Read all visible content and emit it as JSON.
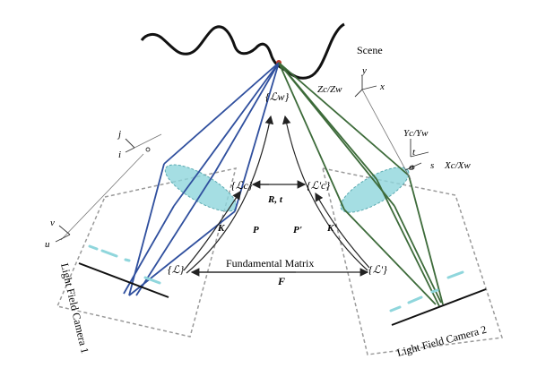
{
  "diagram": {
    "scene_label": "Scene",
    "cam1_label": "Light Field Camera 1",
    "cam2_label": "Light Field Camera 2",
    "fundamental_label": "Fundamental Matrix",
    "F_label": "F",
    "L_world": "{ℒw}",
    "L_c1": "{ℒc}",
    "L_c2": "{ℒ'c}",
    "L_1": "{ℒ}",
    "L_2": "{ℒ'}",
    "Rt_label": "R, t",
    "K_label": "K",
    "P_label": "P",
    "Pp_label": "P'",
    "Kp_label": "K'",
    "axis_j": "j",
    "axis_i": "i",
    "axis_v": "v",
    "axis_u": "u",
    "axis_zc_zw": "Zc/Zw",
    "axis_y": "y",
    "axis_x": "x",
    "axis_yc_yw": "Yc/Yw",
    "axis_t": "t",
    "axis_s": "s",
    "axis_o": "o",
    "axis_xc_xw": "Xc/Xw"
  },
  "colors": {
    "blue_rays": "#2f4f9e",
    "green_rays": "#3d6b3a",
    "lens": "#8fd6dc",
    "dashed_box": "#9a9a9a",
    "scene_point": "#c0392b"
  }
}
